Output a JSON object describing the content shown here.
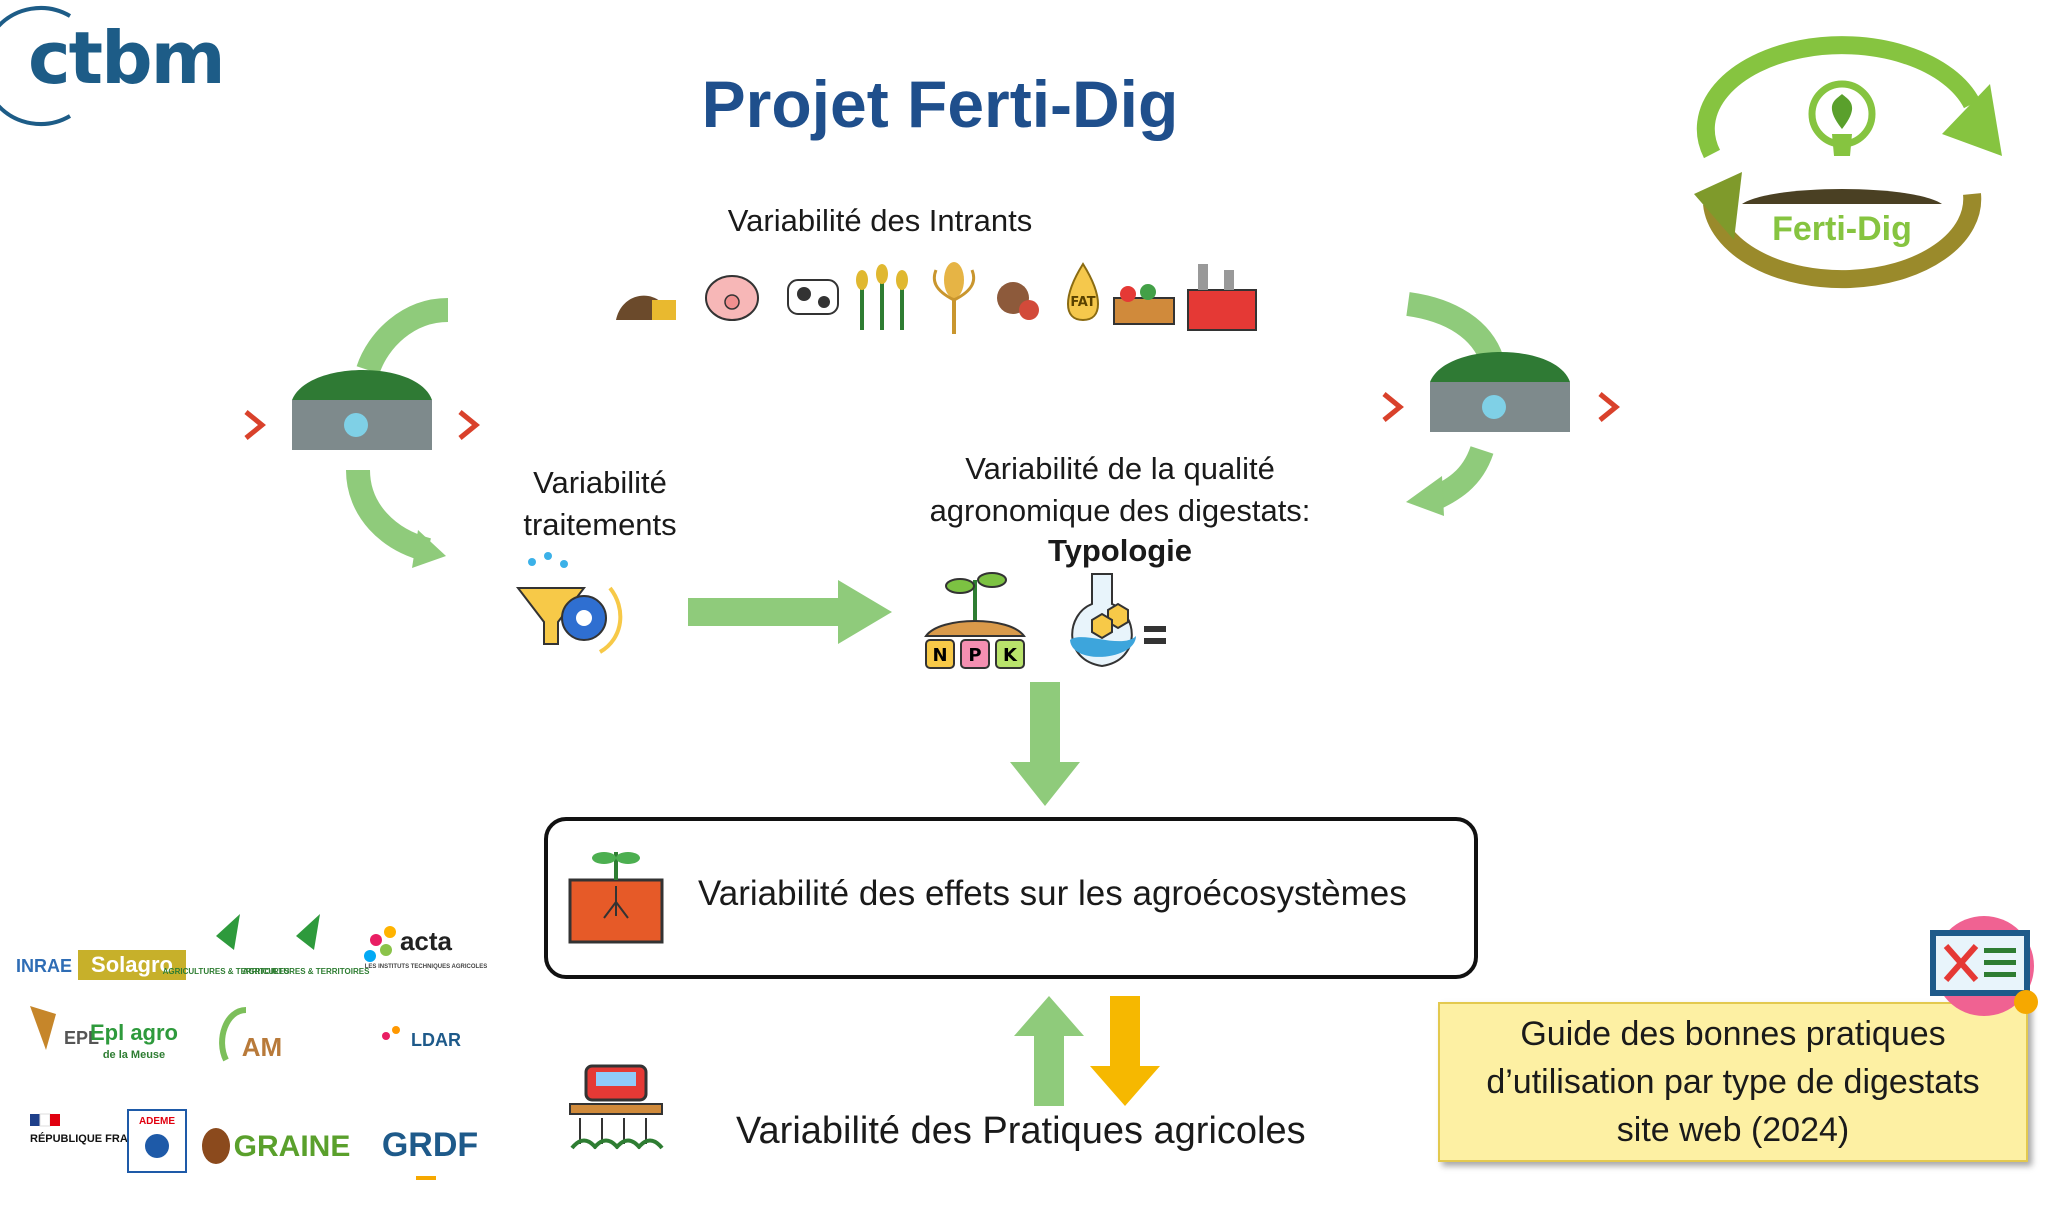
{
  "header": {
    "title": "Projet Ferti-Dig",
    "ctbm_logo_text": "ctbm",
    "ferti_logo_text": "Ferti-Dig"
  },
  "diagram": {
    "intrants_label": "Variabilité des Intrants",
    "traitements_label_line1": "Variabilité",
    "traitements_label_line2": "traitements",
    "qualite_label_line1": "Variabilité de la qualité",
    "qualite_label_line2": "agronomique des digestats:",
    "typologie_label": "Typologie",
    "effets_label": "Variabilité des effets sur les agroécosystèmes",
    "pratiques_label": "Variabilité des Pratiques agricoles",
    "npk_letters": [
      "N",
      "P",
      "K"
    ],
    "fat_label": "FAT"
  },
  "guide": {
    "line1": "Guide des bonnes pratiques",
    "line2": "d’utilisation par type de digestats",
    "line3": "site web (2024)"
  },
  "partners": {
    "inrae": "INRAE",
    "solagro": "Solagro",
    "agri1": "AGRICULTURES & TERRITOIRES",
    "agri2": "AGRICULTURES & TERRITOIRES",
    "acta": "acta",
    "acta_sub": "LES INSTITUTS TECHNIQUES AGRICOLES",
    "epl": "EPL",
    "eplagro": "Epl agro",
    "eplagro_sub": "de la Meuse",
    "am": "AM",
    "ldar": "LDAR",
    "republique": "RÉPUBLIQUE FRANÇAISE",
    "ademe": "ADEME",
    "graine": "GRAINE",
    "grdf": "GRDF"
  },
  "colors": {
    "title": "#1f4f8c",
    "green_arrow": "#8fcb7b",
    "yellow_arrow": "#f6b800",
    "red_chevron": "#d9412b",
    "guide_bg": "#fdf0a3"
  }
}
